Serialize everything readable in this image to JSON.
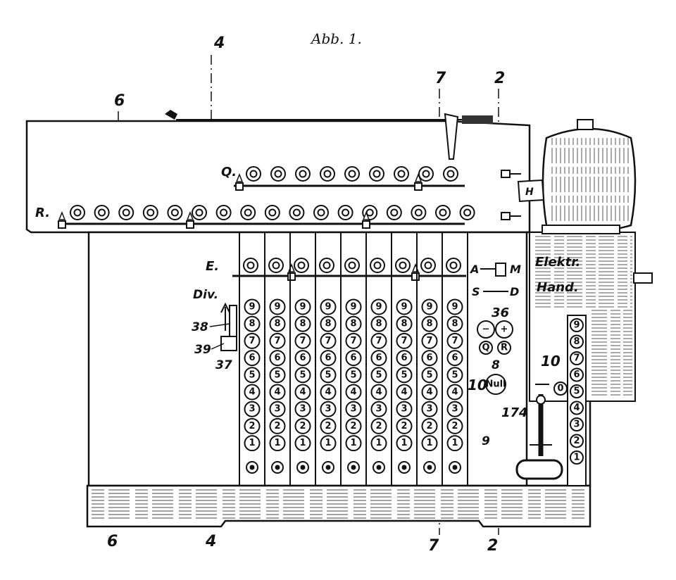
{
  "figure": {
    "title": "Abb. 1.",
    "section_marks": {
      "top": [
        "6",
        "4",
        "7",
        "2"
      ],
      "bottom": [
        "6",
        "4",
        "7",
        "2"
      ]
    },
    "register_labels": {
      "q": "Q.",
      "r": "R.",
      "e": "E."
    },
    "mode_labels": {
      "elektro": "Elektr.",
      "hand": "Hand."
    },
    "direction_labels": {
      "a": "A",
      "m": "M",
      "s": "S",
      "d": "D"
    },
    "div_label": "Div.",
    "key_digits": [
      "9",
      "8",
      "7",
      "6",
      "5",
      "4",
      "3",
      "2",
      "1"
    ],
    "reference_numbers": {
      "n36": "36",
      "n38": "38",
      "n39": "39",
      "n37": "37",
      "n8": "8",
      "n10a": "10",
      "n10b": "10",
      "n174": "174",
      "n9": "9"
    },
    "control_keys": {
      "minus": "−",
      "plus": "+",
      "q": "Q",
      "r": "R",
      "null": "Null",
      "h": "H"
    },
    "mini_keyboard": [
      "9",
      "8",
      "7",
      "6",
      "5",
      "4",
      "3",
      "2",
      "1"
    ],
    "zero_key": "0"
  }
}
